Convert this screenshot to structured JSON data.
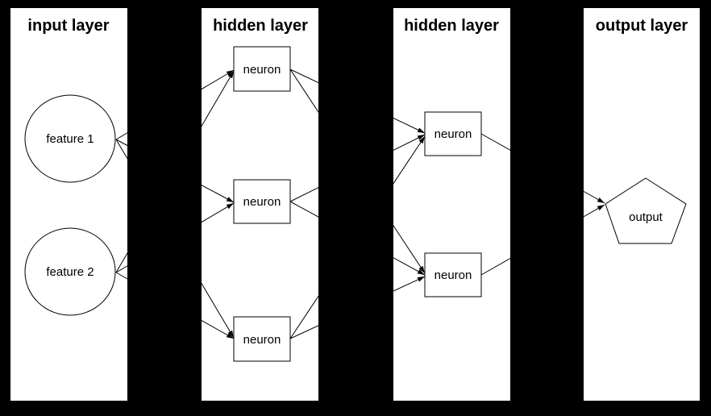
{
  "diagram": {
    "type": "neural-network-architecture",
    "colors": {
      "background": "#000000",
      "panel": "#ffffff",
      "edge": "#000000",
      "text": "#000000"
    },
    "layers": [
      {
        "id": "input",
        "title": "input layer",
        "nodes": [
          {
            "id": "feature1",
            "label": "feature 1",
            "shape": "ellipse"
          },
          {
            "id": "feature2",
            "label": "feature 2",
            "shape": "ellipse"
          }
        ]
      },
      {
        "id": "hidden1",
        "title": "hidden layer",
        "nodes": [
          {
            "id": "h1n1",
            "label": "neuron",
            "shape": "box"
          },
          {
            "id": "h1n2",
            "label": "neuron",
            "shape": "box"
          },
          {
            "id": "h1n3",
            "label": "neuron",
            "shape": "box"
          }
        ]
      },
      {
        "id": "hidden2",
        "title": "hidden layer",
        "nodes": [
          {
            "id": "h2n1",
            "label": "neuron",
            "shape": "box"
          },
          {
            "id": "h2n2",
            "label": "neuron",
            "shape": "box"
          }
        ]
      },
      {
        "id": "output",
        "title": "output layer",
        "nodes": [
          {
            "id": "out1",
            "label": "output",
            "shape": "pentagon"
          }
        ]
      }
    ],
    "edges": [
      {
        "from": "feature1",
        "to": "h1n1"
      },
      {
        "from": "feature1",
        "to": "h1n2"
      },
      {
        "from": "feature1",
        "to": "h1n3"
      },
      {
        "from": "feature2",
        "to": "h1n1"
      },
      {
        "from": "feature2",
        "to": "h1n2"
      },
      {
        "from": "feature2",
        "to": "h1n3"
      },
      {
        "from": "h1n1",
        "to": "h2n1"
      },
      {
        "from": "h1n1",
        "to": "h2n2"
      },
      {
        "from": "h1n2",
        "to": "h2n1"
      },
      {
        "from": "h1n2",
        "to": "h2n2"
      },
      {
        "from": "h1n3",
        "to": "h2n1"
      },
      {
        "from": "h1n3",
        "to": "h2n2"
      },
      {
        "from": "h2n1",
        "to": "out1"
      },
      {
        "from": "h2n2",
        "to": "out1"
      }
    ]
  }
}
